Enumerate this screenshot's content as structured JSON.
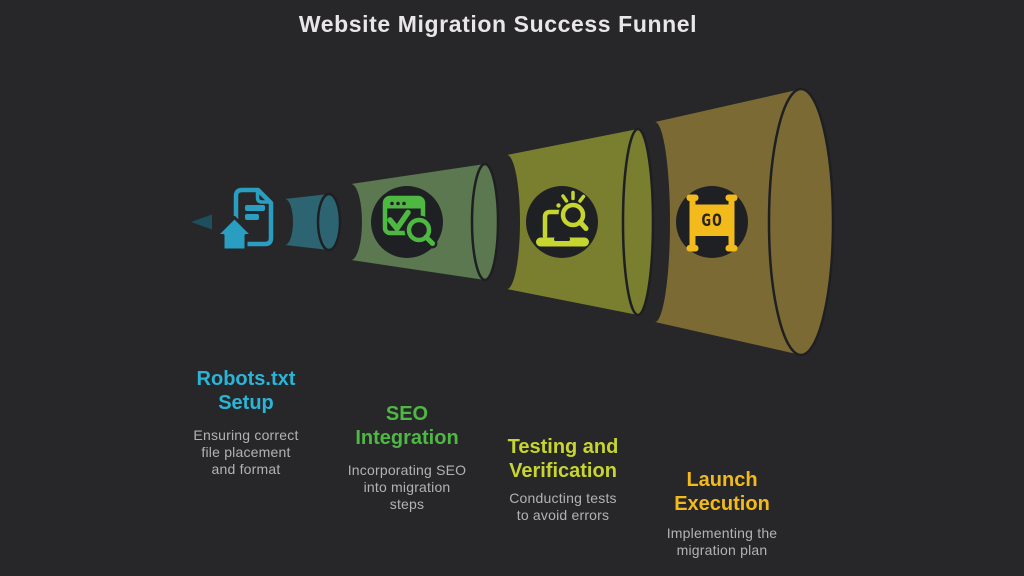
{
  "title": "Website Migration Success Funnel",
  "colors": {
    "background": "#27272a",
    "title_text": "#e9e6e7",
    "desc_text": "#b4b1b2",
    "outline_dark": "#1e1f22",
    "icon_circle": "#1f2024",
    "stage1_accent": "#29b5d7",
    "stage1_icon": "#2a9ec0",
    "stage1_funnel": "#2d6472",
    "stage1_tip": "#1d4f5c",
    "stage2_accent": "#4eb843",
    "stage2_funnel": "#5b7850",
    "stage3_accent": "#c6d52f",
    "stage3_funnel": "#7a7e2f",
    "stage4_accent": "#f2ba1b",
    "stage4_funnel": "#7b6a33",
    "go_text": "#2a2415"
  },
  "stages": [
    {
      "title": "Robots.txt\nSetup",
      "desc": "Ensuring correct\nfile placement\nand format",
      "icon": "file-upload-icon"
    },
    {
      "title": "SEO\nIntegration",
      "desc": "Incorporating SEO\ninto migration\nsteps",
      "icon": "seo-audit-icon"
    },
    {
      "title": "Testing and\nVerification",
      "desc": "Conducting tests\nto avoid errors",
      "icon": "laptop-search-icon"
    },
    {
      "title": "Launch\nExecution",
      "desc": "Implementing the\nmigration plan",
      "icon": "go-banner-icon",
      "icon_text": "GO"
    }
  ]
}
